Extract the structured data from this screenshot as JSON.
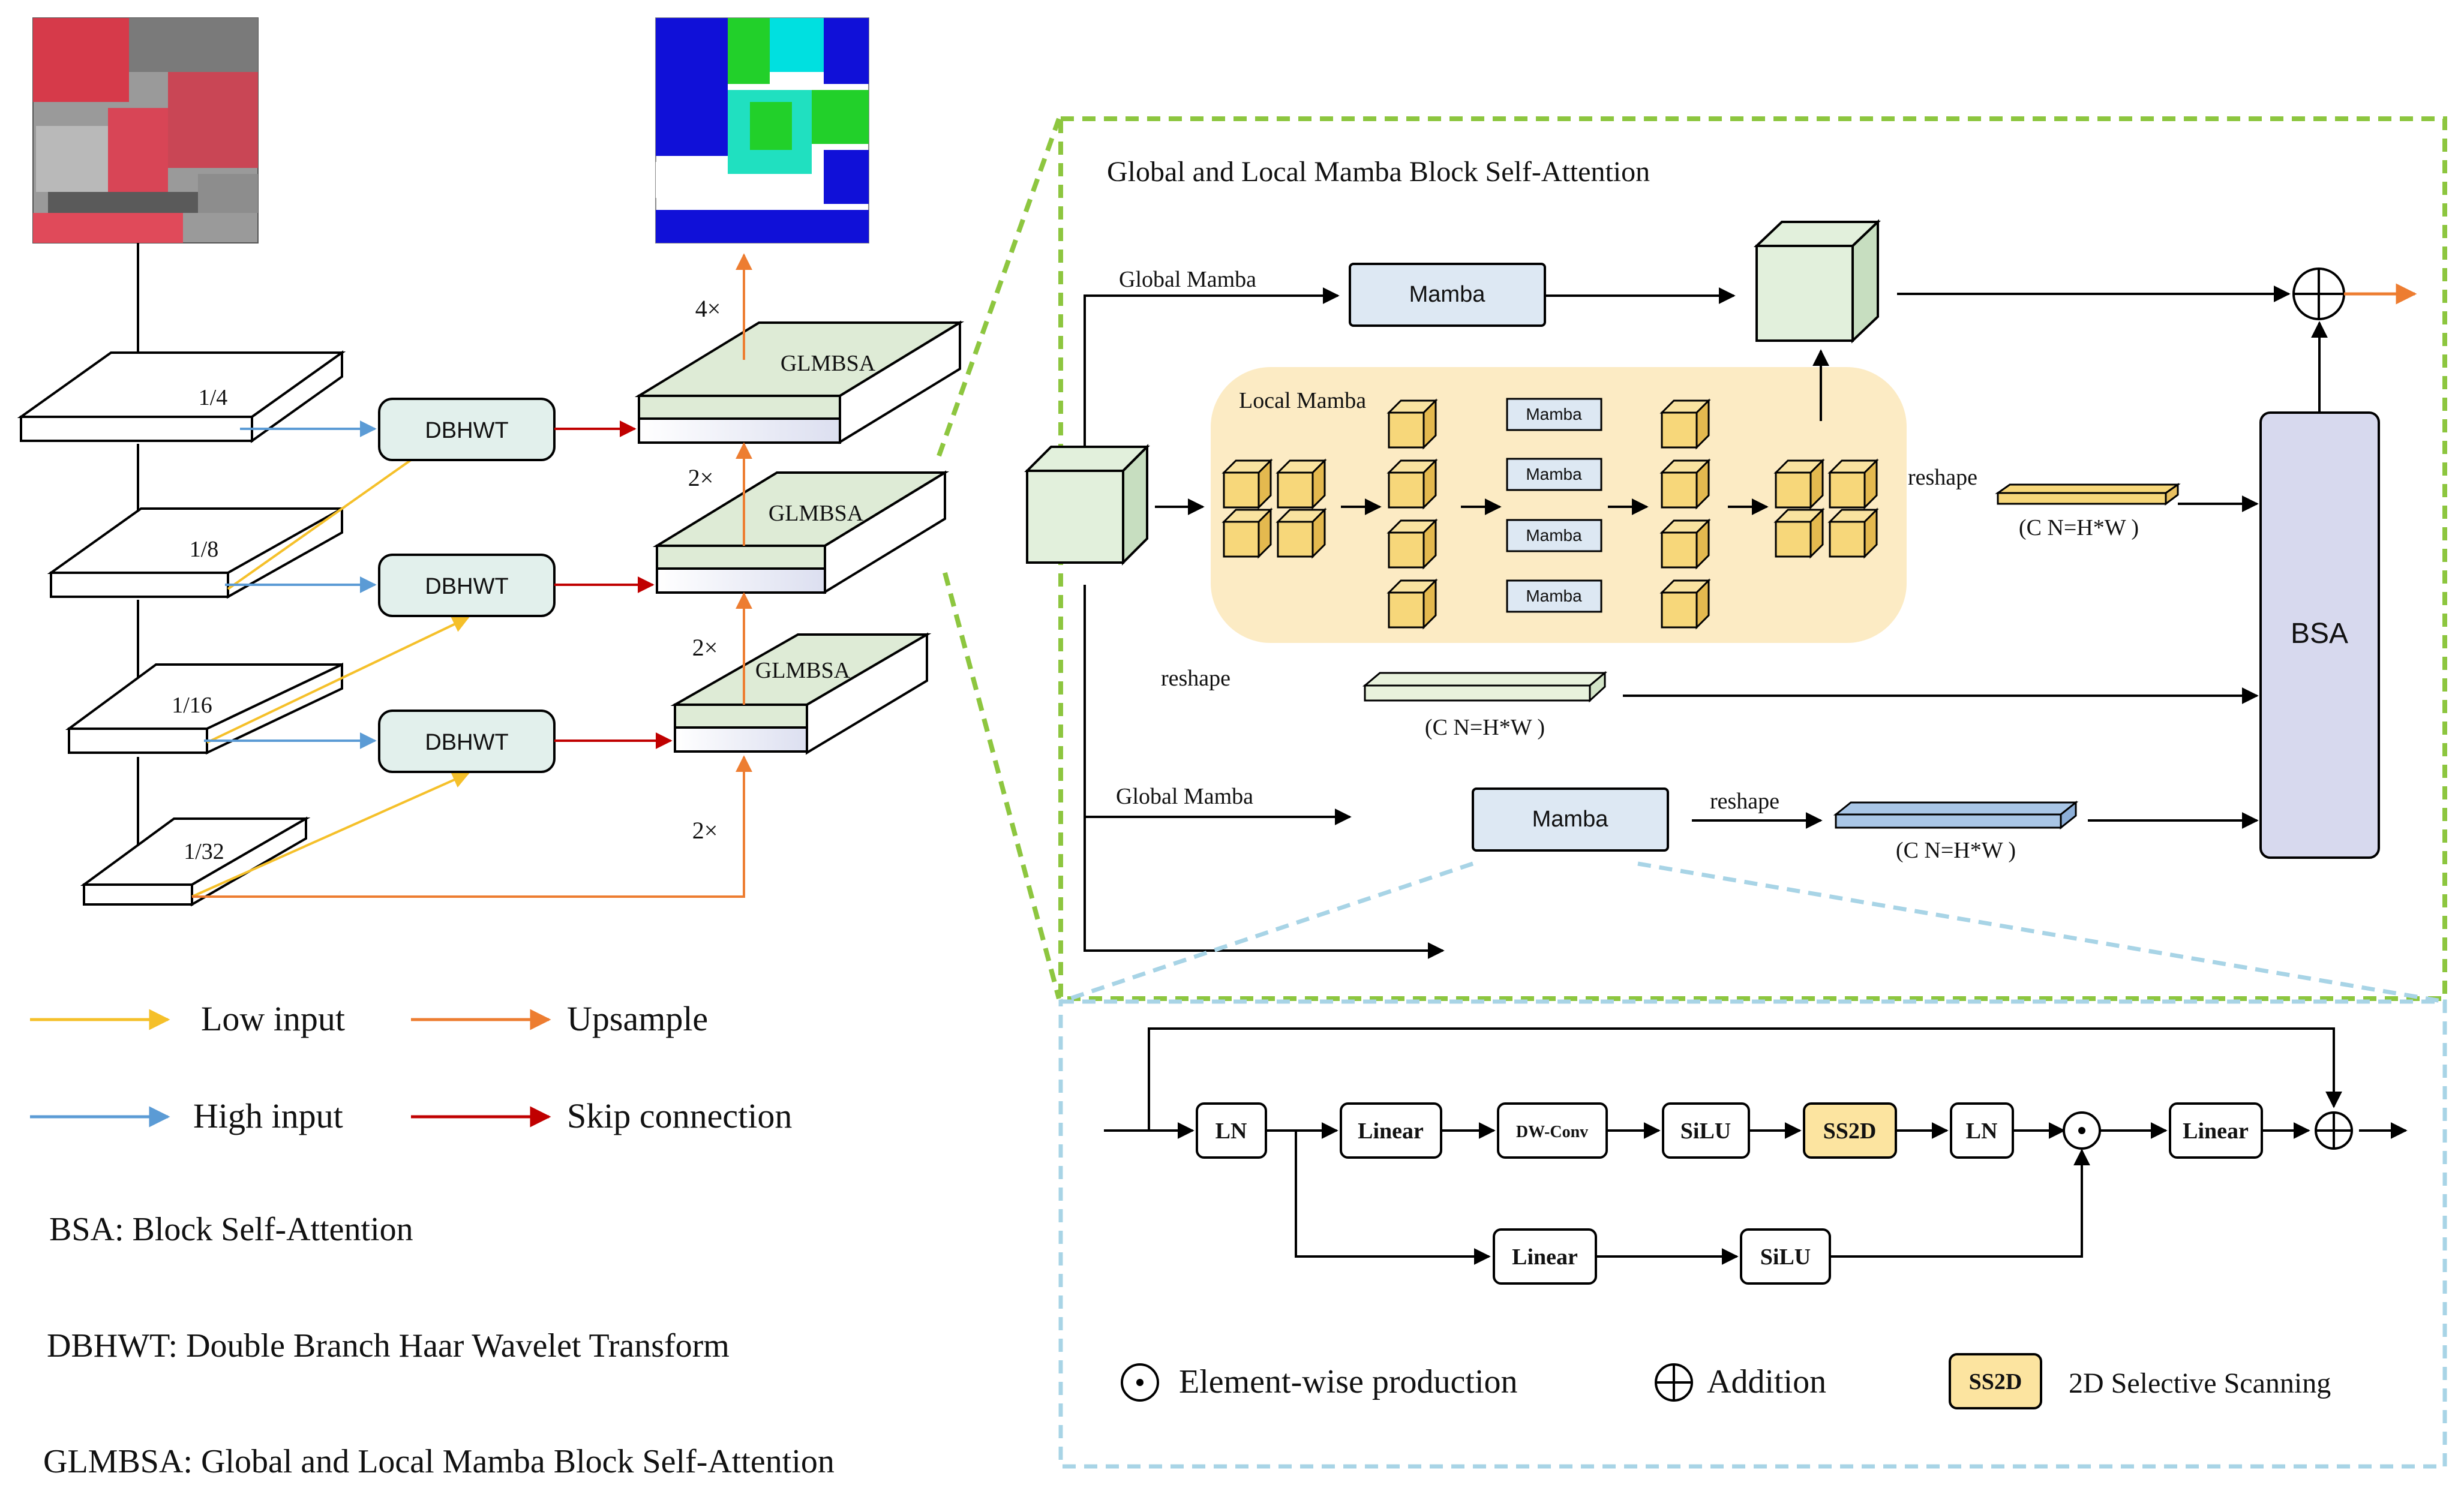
{
  "scales": [
    "1/4",
    "1/8",
    "1/16",
    "1/32"
  ],
  "dbhwt_label": "DBHWT",
  "glmbsa_label": "GLMBSA",
  "upsample_labels": [
    "4×",
    "2×",
    "2×",
    "2×"
  ],
  "legend": {
    "low_input": "Low  input",
    "upsample": "Upsample",
    "high_input": "High  input",
    "skip_connection": "Skip connection"
  },
  "definitions": [
    "BSA: Block Self-Attention",
    "DBHWT: Double Branch Haar Wavelet Transform",
    "GLMBSA: Global and Local Mamba Block Self-Attention"
  ],
  "glmbsa_panel": {
    "title": "Global and Local Mamba Block Self-Attention",
    "global_mamba_label": "Global Mamba",
    "local_mamba_label": "Local Mamba",
    "mamba_label": "Mamba",
    "small_mamba_labels": [
      "Mamba",
      "Mamba",
      "Mamba",
      "Mamba"
    ],
    "reshape_label": "reshape",
    "cnhw_label": "(C  N=H*W )",
    "bsa_label": "BSA"
  },
  "mamba_panel": {
    "ln": "LN",
    "linear": "Linear",
    "dwconv": "DW-Conv",
    "silu": "SiLU",
    "ss2d": "SS2D",
    "legend_element": "Element-wise production",
    "legend_addition": "Addition",
    "legend_ss2d_desc": "2D Selective Scanning"
  },
  "colors": {
    "low_input": "#F5C02A",
    "high_input": "#5B9BD5",
    "upsample": "#ED7D31",
    "skip": "#C00000",
    "green_dash": "#8DC63F",
    "blue_dash": "#A8D4E6",
    "local_bg": "#FCEBC4",
    "cube_yellow": "#F7D77A",
    "ss2d_fill": "#FCE4A0",
    "mamba_fill": "#DDE8F3",
    "dbhwt_fill": "#E2F0EC",
    "bsa_fill": "#D7D9EE",
    "glm_top": "#DEEBD6"
  }
}
